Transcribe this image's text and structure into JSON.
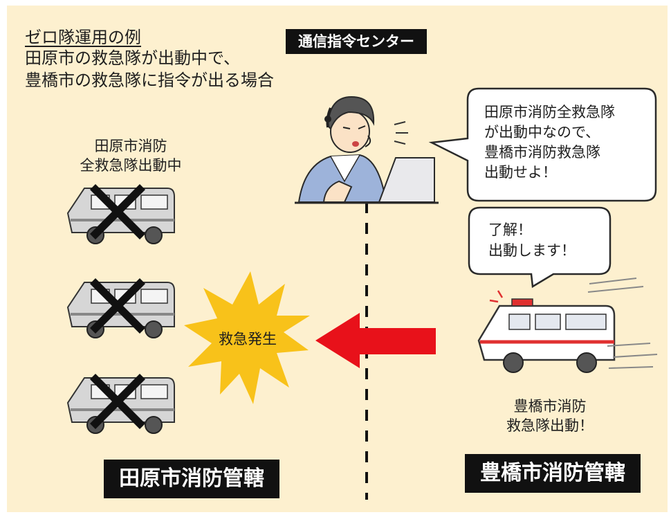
{
  "heading": {
    "title": "ゼロ隊運用の例",
    "line1": "田原市の救急隊が出動中で、",
    "line2": "豊橋市の救急隊に指令が出る場合"
  },
  "center": {
    "label": "通信指令センター"
  },
  "tahara": {
    "status_line1": "田原市消防",
    "status_line2": "全救急隊出動中",
    "region": "田原市消防管轄"
  },
  "toyohashi": {
    "status_line1": "豊橋市消防",
    "status_line2": "救急隊出動！",
    "region": "豊橋市消防管轄"
  },
  "dispatch_bubble": {
    "line1": "田原市消防全救急隊",
    "line2": "が出動中なので、",
    "line3": "豊橋市消防救急隊",
    "line4": "出動せよ！"
  },
  "reply_bubble": {
    "line1": "了解！",
    "line2": "出動します！"
  },
  "incident": {
    "label": "救急発生"
  },
  "colors": {
    "background": "#fdf0cf",
    "arrow": "#e8111a",
    "burst": "#f8c21a",
    "label_bg": "#111111",
    "ambulance_stripe": "#e03030"
  }
}
